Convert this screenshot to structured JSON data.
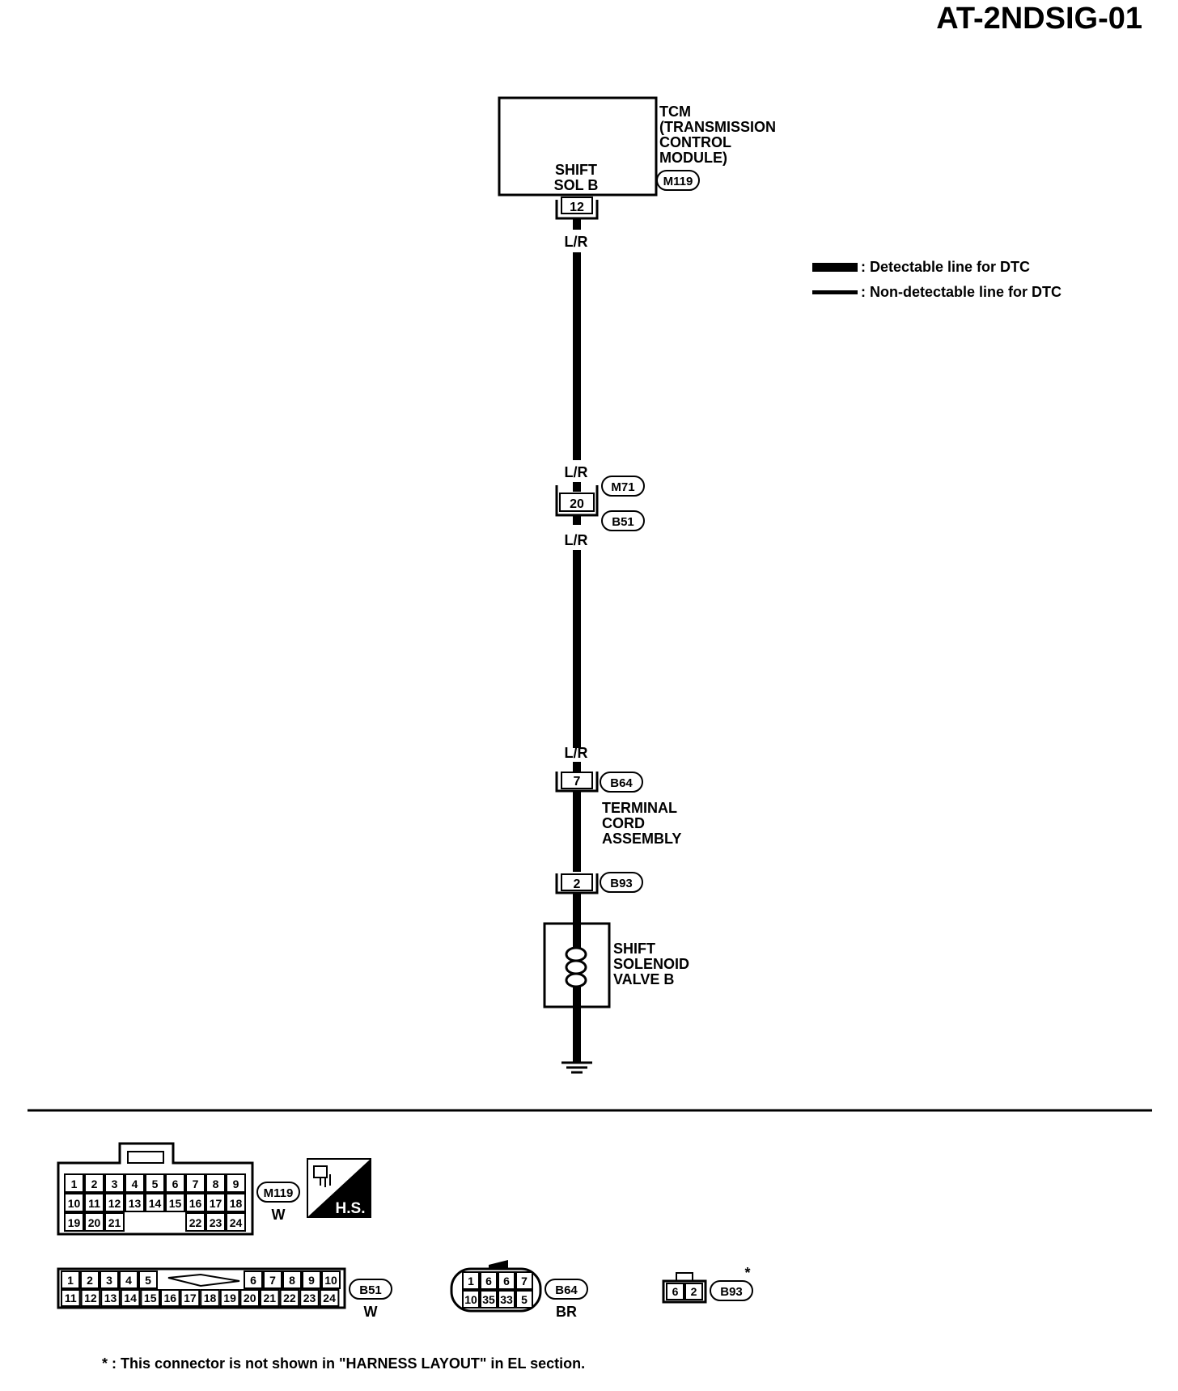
{
  "page_id": "AT-2NDSIG-01",
  "tcm": {
    "title_lines": [
      "TCM",
      "(TRANSMISSION",
      "CONTROL",
      "MODULE)"
    ],
    "connector": "M119",
    "terminal_label_lines": [
      "SHIFT",
      "SOL B"
    ],
    "terminal": "12"
  },
  "wires": {
    "color_1": "L/R",
    "color_2": "L/R",
    "color_3": "L/R",
    "color_4": "L/R"
  },
  "joint_connector": {
    "terminal": "20",
    "upper": "M71",
    "lower": "B51"
  },
  "terminal_cord": {
    "b64_terminal": "7",
    "b64": "B64",
    "label_lines": [
      "TERMINAL",
      "CORD",
      "ASSEMBLY"
    ],
    "b93_terminal": "2",
    "b93": "B93"
  },
  "solenoid": {
    "label_lines": [
      "SHIFT",
      "SOLENOID",
      "VALVE B"
    ]
  },
  "legend": {
    "detectable": ": Detectable line for DTC",
    "non_detectable": ": Non-detectable line for DTC"
  },
  "connectors": {
    "m119": {
      "name": "M119",
      "color": "W",
      "row1": [
        "1",
        "2",
        "3",
        "4",
        "5",
        "6",
        "7",
        "8",
        "9"
      ],
      "row2": [
        "10",
        "11",
        "12",
        "13",
        "14",
        "15",
        "16",
        "17",
        "18"
      ],
      "row3a": [
        "19",
        "20",
        "21"
      ],
      "row3b": [
        "22",
        "23",
        "24"
      ]
    },
    "hs_badge": "H.S.",
    "b51": {
      "name": "B51",
      "color": "W",
      "row1a": [
        "1",
        "2",
        "3",
        "4",
        "5"
      ],
      "row1b": [
        "6",
        "7",
        "8",
        "9",
        "10"
      ],
      "row2": [
        "11",
        "12",
        "13",
        "14",
        "15",
        "16",
        "17",
        "18",
        "19",
        "20",
        "21",
        "22",
        "23",
        "24"
      ]
    },
    "b64": {
      "name": "B64",
      "color": "BR",
      "row1": [
        "1",
        "6",
        "6",
        "7"
      ],
      "row2": [
        "10",
        "35",
        "33",
        "5"
      ]
    },
    "b93": {
      "name": "B93",
      "pins": [
        "6",
        "2"
      ],
      "mark": "*"
    }
  },
  "footnote": "* : This connector is not shown in \"HARNESS LAYOUT\" in EL section."
}
